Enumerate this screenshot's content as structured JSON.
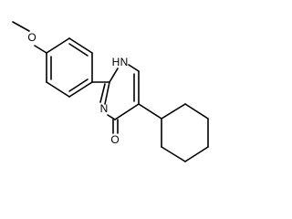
{
  "molecule": {
    "atoms": {
      "O_methoxy": "O",
      "N_H": "H",
      "N_1": "N",
      "N_3": "N",
      "O_carbonyl": "O"
    }
  },
  "colors": {
    "ink": "#000000",
    "background": "#ffffff"
  }
}
